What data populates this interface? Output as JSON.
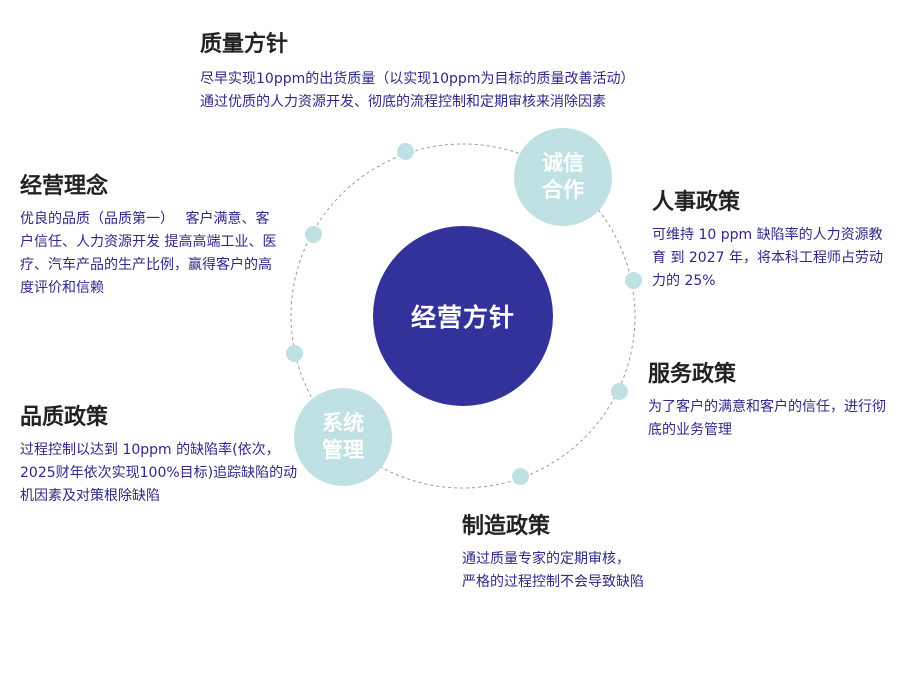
{
  "center_label": "经营方针",
  "bubbles": {
    "top": "诚信合作",
    "bottom": "系统管理"
  },
  "colors": {
    "center": "#33319a",
    "bubble": "#bfe1e4",
    "heading": "#222222",
    "body_text": "#2d2a8a",
    "orbit_line": "#9a9a9a"
  },
  "blocks": {
    "quality_policy": {
      "title": "质量方针",
      "line1": "尽早实现10ppm的出货质量（以实现10ppm为目标的质量改善活动）",
      "line2": "通过优质的人力资源开发、彻底的流程控制和定期审核来消除因素"
    },
    "hr_policy": {
      "title": "人事政策",
      "text": "可维持 10 ppm 缺陷率的人力资源教育 到 2027 年，将本科工程师占劳动力的 25%"
    },
    "service_policy": {
      "title": "服务政策",
      "text": "为了客户的满意和客户的信任，进行彻底的业务管理"
    },
    "mfg_policy": {
      "title": "制造政策",
      "line1": "通过质量专家的定期审核，",
      "line2": "严格的过程控制不会导致缺陷"
    },
    "mgmt_concept": {
      "title": "经营理念",
      "text": "优良的品质（品质第一）　 客户满意、客户信任、人力资源开发 提高高端工业、医疗、汽车产品的生产比例，赢得客户的高度评价和信赖"
    },
    "quality_policy2": {
      "title": "品质政策",
      "text": "过程控制以达到 10ppm 的缺陷率(依次，2025财年依次实现100%目标)追踪缺陷的动机因素及对策根除缺陷"
    }
  }
}
